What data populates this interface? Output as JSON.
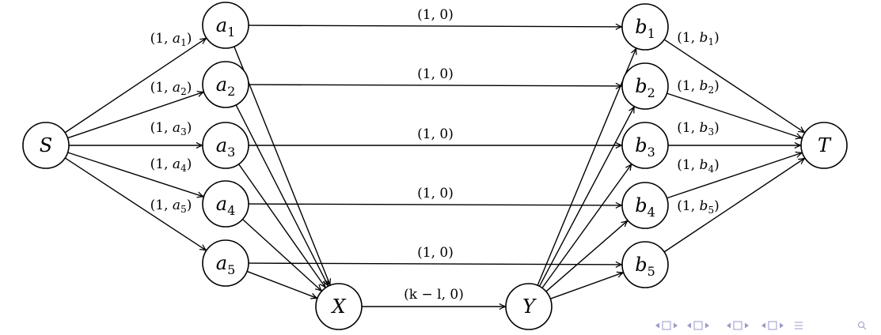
{
  "nodes": [
    {
      "id": "S",
      "label": "S"
    },
    {
      "id": "a1",
      "label": "a",
      "sub": "1"
    },
    {
      "id": "a2",
      "label": "a",
      "sub": "2"
    },
    {
      "id": "a3",
      "label": "a",
      "sub": "3"
    },
    {
      "id": "a4",
      "label": "a",
      "sub": "4"
    },
    {
      "id": "a5",
      "label": "a",
      "sub": "5"
    },
    {
      "id": "X",
      "label": "X"
    },
    {
      "id": "Y",
      "label": "Y"
    },
    {
      "id": "b1",
      "label": "b",
      "sub": "1"
    },
    {
      "id": "b2",
      "label": "b",
      "sub": "2"
    },
    {
      "id": "b3",
      "label": "b",
      "sub": "3"
    },
    {
      "id": "b4",
      "label": "b",
      "sub": "4"
    },
    {
      "id": "b5",
      "label": "b",
      "sub": "5"
    },
    {
      "id": "T",
      "label": "T"
    }
  ],
  "edges": [
    {
      "from": "S",
      "to": "a1",
      "label": "(1, a1)"
    },
    {
      "from": "S",
      "to": "a2",
      "label": "(1, a2)"
    },
    {
      "from": "S",
      "to": "a3",
      "label": "(1, a3)"
    },
    {
      "from": "S",
      "to": "a4",
      "label": "(1, a4)"
    },
    {
      "from": "S",
      "to": "a5",
      "label": "(1, a5)"
    },
    {
      "from": "a1",
      "to": "b1",
      "label": "(1, 0)"
    },
    {
      "from": "a2",
      "to": "b2",
      "label": "(1, 0)"
    },
    {
      "from": "a3",
      "to": "b3",
      "label": "(1, 0)"
    },
    {
      "from": "a4",
      "to": "b4",
      "label": "(1, 0)"
    },
    {
      "from": "a5",
      "to": "b5",
      "label": "(1, 0)"
    },
    {
      "from": "a1",
      "to": "X"
    },
    {
      "from": "a2",
      "to": "X"
    },
    {
      "from": "a3",
      "to": "X"
    },
    {
      "from": "a4",
      "to": "X"
    },
    {
      "from": "a5",
      "to": "X"
    },
    {
      "from": "X",
      "to": "Y",
      "label": "(k − l, 0)"
    },
    {
      "from": "Y",
      "to": "b1"
    },
    {
      "from": "Y",
      "to": "b2"
    },
    {
      "from": "Y",
      "to": "b3"
    },
    {
      "from": "Y",
      "to": "b4"
    },
    {
      "from": "Y",
      "to": "b5"
    },
    {
      "from": "b1",
      "to": "T",
      "label": "(1, b1)"
    },
    {
      "from": "b2",
      "to": "T",
      "label": "(1, b2)"
    },
    {
      "from": "b3",
      "to": "T",
      "label": "(1, b3)"
    },
    {
      "from": "b4",
      "to": "T",
      "label": "(1, b4)"
    },
    {
      "from": "b5",
      "to": "T",
      "label": "(1, b5)"
    }
  ],
  "nav_bar": {
    "icons": [
      "nav-first-icon",
      "nav-frame-icon",
      "nav-section-icon",
      "nav-subsection-icon",
      "nav-align-icon",
      "nav-search-icon"
    ],
    "color": "#9a9ac8"
  }
}
